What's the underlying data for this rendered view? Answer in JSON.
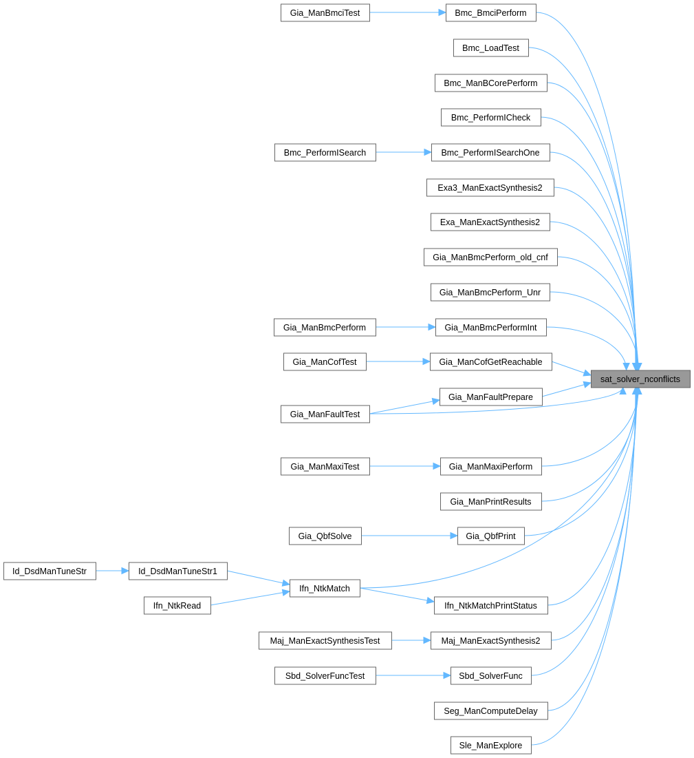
{
  "graph": {
    "type": "caller-graph",
    "target": "sat_solver_nconflicts",
    "colors": {
      "edge": "#63b8ff",
      "target_fill": "#999999",
      "node_border": "#666666"
    },
    "nodes": [
      {
        "id": "sat_solver_nconflicts",
        "label": "sat_solver_nconflicts"
      },
      {
        "id": "Bmc_BmciPerform",
        "label": "Bmc_BmciPerform"
      },
      {
        "id": "Bmc_LoadTest",
        "label": "Bmc_LoadTest"
      },
      {
        "id": "Bmc_ManBCorePerform",
        "label": "Bmc_ManBCorePerform"
      },
      {
        "id": "Bmc_PerformICheck",
        "label": "Bmc_PerformICheck"
      },
      {
        "id": "Bmc_PerformISearchOne",
        "label": "Bmc_PerformISearchOne"
      },
      {
        "id": "Exa3_ManExactSynthesis2",
        "label": "Exa3_ManExactSynthesis2"
      },
      {
        "id": "Exa_ManExactSynthesis2",
        "label": "Exa_ManExactSynthesis2"
      },
      {
        "id": "Gia_ManBmcPerform_old_cnf",
        "label": "Gia_ManBmcPerform_old_cnf"
      },
      {
        "id": "Gia_ManBmcPerform_Unr",
        "label": "Gia_ManBmcPerform_Unr"
      },
      {
        "id": "Gia_ManBmcPerformInt",
        "label": "Gia_ManBmcPerformInt"
      },
      {
        "id": "Gia_ManCofGetReachable",
        "label": "Gia_ManCofGetReachable"
      },
      {
        "id": "Gia_ManFaultPrepare",
        "label": "Gia_ManFaultPrepare"
      },
      {
        "id": "Gia_ManMaxiPerform",
        "label": "Gia_ManMaxiPerform"
      },
      {
        "id": "Gia_ManPrintResults",
        "label": "Gia_ManPrintResults"
      },
      {
        "id": "Gia_QbfPrint",
        "label": "Gia_QbfPrint"
      },
      {
        "id": "Ifn_NtkMatchPrintStatus",
        "label": "Ifn_NtkMatchPrintStatus"
      },
      {
        "id": "Maj_ManExactSynthesis2",
        "label": "Maj_ManExactSynthesis2"
      },
      {
        "id": "Sbd_SolverFunc",
        "label": "Sbd_SolverFunc"
      },
      {
        "id": "Seg_ManComputeDelay",
        "label": "Seg_ManComputeDelay"
      },
      {
        "id": "Sle_ManExplore",
        "label": "Sle_ManExplore"
      },
      {
        "id": "Gia_ManBmciTest",
        "label": "Gia_ManBmciTest"
      },
      {
        "id": "Bmc_PerformISearch",
        "label": "Bmc_PerformISearch"
      },
      {
        "id": "Gia_ManBmcPerform",
        "label": "Gia_ManBmcPerform"
      },
      {
        "id": "Gia_ManCofTest",
        "label": "Gia_ManCofTest"
      },
      {
        "id": "Gia_ManFaultTest",
        "label": "Gia_ManFaultTest"
      },
      {
        "id": "Gia_ManMaxiTest",
        "label": "Gia_ManMaxiTest"
      },
      {
        "id": "Gia_QbfSolve",
        "label": "Gia_QbfSolve"
      },
      {
        "id": "Ifn_NtkMatch",
        "label": "Ifn_NtkMatch"
      },
      {
        "id": "Maj_ManExactSynthesisTest",
        "label": "Maj_ManExactSynthesisTest"
      },
      {
        "id": "Sbd_SolverFuncTest",
        "label": "Sbd_SolverFuncTest"
      },
      {
        "id": "Id_DsdManTuneStr",
        "label": "Id_DsdManTuneStr"
      },
      {
        "id": "Id_DsdManTuneStr1",
        "label": "Id_DsdManTuneStr1"
      },
      {
        "id": "Ifn_NtkRead",
        "label": "Ifn_NtkRead"
      }
    ],
    "edges": [
      [
        "Bmc_BmciPerform",
        "sat_solver_nconflicts"
      ],
      [
        "Bmc_LoadTest",
        "sat_solver_nconflicts"
      ],
      [
        "Bmc_ManBCorePerform",
        "sat_solver_nconflicts"
      ],
      [
        "Bmc_PerformICheck",
        "sat_solver_nconflicts"
      ],
      [
        "Bmc_PerformISearchOne",
        "sat_solver_nconflicts"
      ],
      [
        "Exa3_ManExactSynthesis2",
        "sat_solver_nconflicts"
      ],
      [
        "Exa_ManExactSynthesis2",
        "sat_solver_nconflicts"
      ],
      [
        "Gia_ManBmcPerform_old_cnf",
        "sat_solver_nconflicts"
      ],
      [
        "Gia_ManBmcPerform_Unr",
        "sat_solver_nconflicts"
      ],
      [
        "Gia_ManBmcPerformInt",
        "sat_solver_nconflicts"
      ],
      [
        "Gia_ManCofGetReachable",
        "sat_solver_nconflicts"
      ],
      [
        "Gia_ManFaultPrepare",
        "sat_solver_nconflicts"
      ],
      [
        "Gia_ManFaultTest",
        "sat_solver_nconflicts"
      ],
      [
        "Gia_ManMaxiPerform",
        "sat_solver_nconflicts"
      ],
      [
        "Gia_ManPrintResults",
        "sat_solver_nconflicts"
      ],
      [
        "Gia_QbfPrint",
        "sat_solver_nconflicts"
      ],
      [
        "Ifn_NtkMatch",
        "sat_solver_nconflicts"
      ],
      [
        "Ifn_NtkMatchPrintStatus",
        "sat_solver_nconflicts"
      ],
      [
        "Maj_ManExactSynthesis2",
        "sat_solver_nconflicts"
      ],
      [
        "Sbd_SolverFunc",
        "sat_solver_nconflicts"
      ],
      [
        "Seg_ManComputeDelay",
        "sat_solver_nconflicts"
      ],
      [
        "Sle_ManExplore",
        "sat_solver_nconflicts"
      ],
      [
        "Gia_ManBmciTest",
        "Bmc_BmciPerform"
      ],
      [
        "Bmc_PerformISearch",
        "Bmc_PerformISearchOne"
      ],
      [
        "Gia_ManBmcPerform",
        "Gia_ManBmcPerformInt"
      ],
      [
        "Gia_ManCofTest",
        "Gia_ManCofGetReachable"
      ],
      [
        "Gia_ManFaultTest",
        "Gia_ManFaultPrepare"
      ],
      [
        "Gia_ManMaxiTest",
        "Gia_ManMaxiPerform"
      ],
      [
        "Gia_QbfSolve",
        "Gia_QbfPrint"
      ],
      [
        "Id_DsdManTuneStr",
        "Id_DsdManTuneStr1"
      ],
      [
        "Id_DsdManTuneStr1",
        "Ifn_NtkMatch"
      ],
      [
        "Ifn_NtkRead",
        "Ifn_NtkMatch"
      ],
      [
        "Ifn_NtkMatch",
        "Ifn_NtkMatchPrintStatus"
      ],
      [
        "Maj_ManExactSynthesisTest",
        "Maj_ManExactSynthesis2"
      ],
      [
        "Sbd_SolverFuncTest",
        "Sbd_SolverFunc"
      ]
    ]
  }
}
